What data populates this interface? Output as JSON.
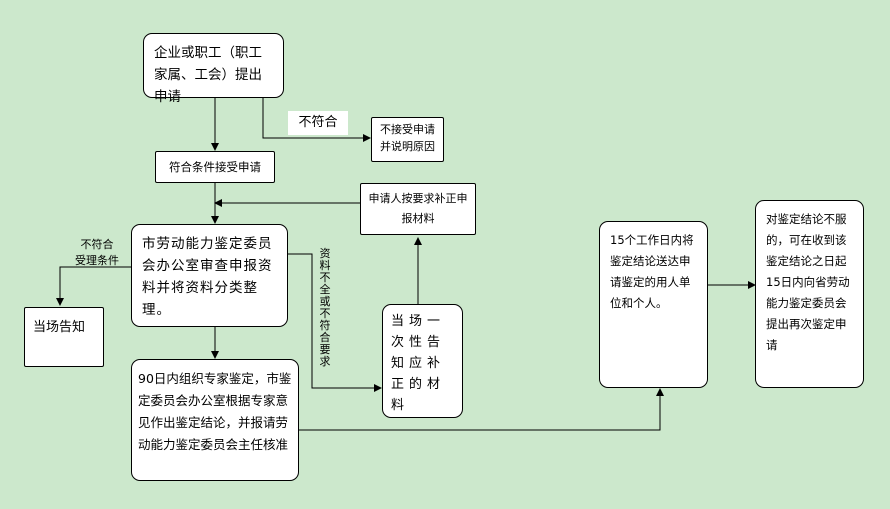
{
  "nodes": {
    "apply": "企业或职工（职工家属、工会）提出申请",
    "reject_reason": "不接受申请并说明原因",
    "accept": "符合条件接受申请",
    "review": "市劳动能力鉴定委员会办公室审查申报资料并将资料分类整理。",
    "notify_onsite": "当场告知",
    "supplement": "申请人按要求补正申报材料",
    "inform_once": "当场一次性告知应补正的材料",
    "expert": "90日内组织专家鉴定，市鉴定委员会办公室根据专家意见作出鉴定结论，并报请劳动能力鉴定委员会主任核准",
    "deliver": "15个工作日内将鉴定结论送达申请鉴定的用人单位和个人。",
    "reappraise": "对鉴定结论不服的，可在收到该鉴定结论之日起15日内向省劳动能力鉴定委员会提出再次鉴定申请"
  },
  "edge_labels": {
    "not_eligible": "不符合",
    "not_accept_cond_1": "不符合",
    "not_accept_cond_2": "受理条件",
    "incomplete": "资料不全或不符合要求"
  }
}
